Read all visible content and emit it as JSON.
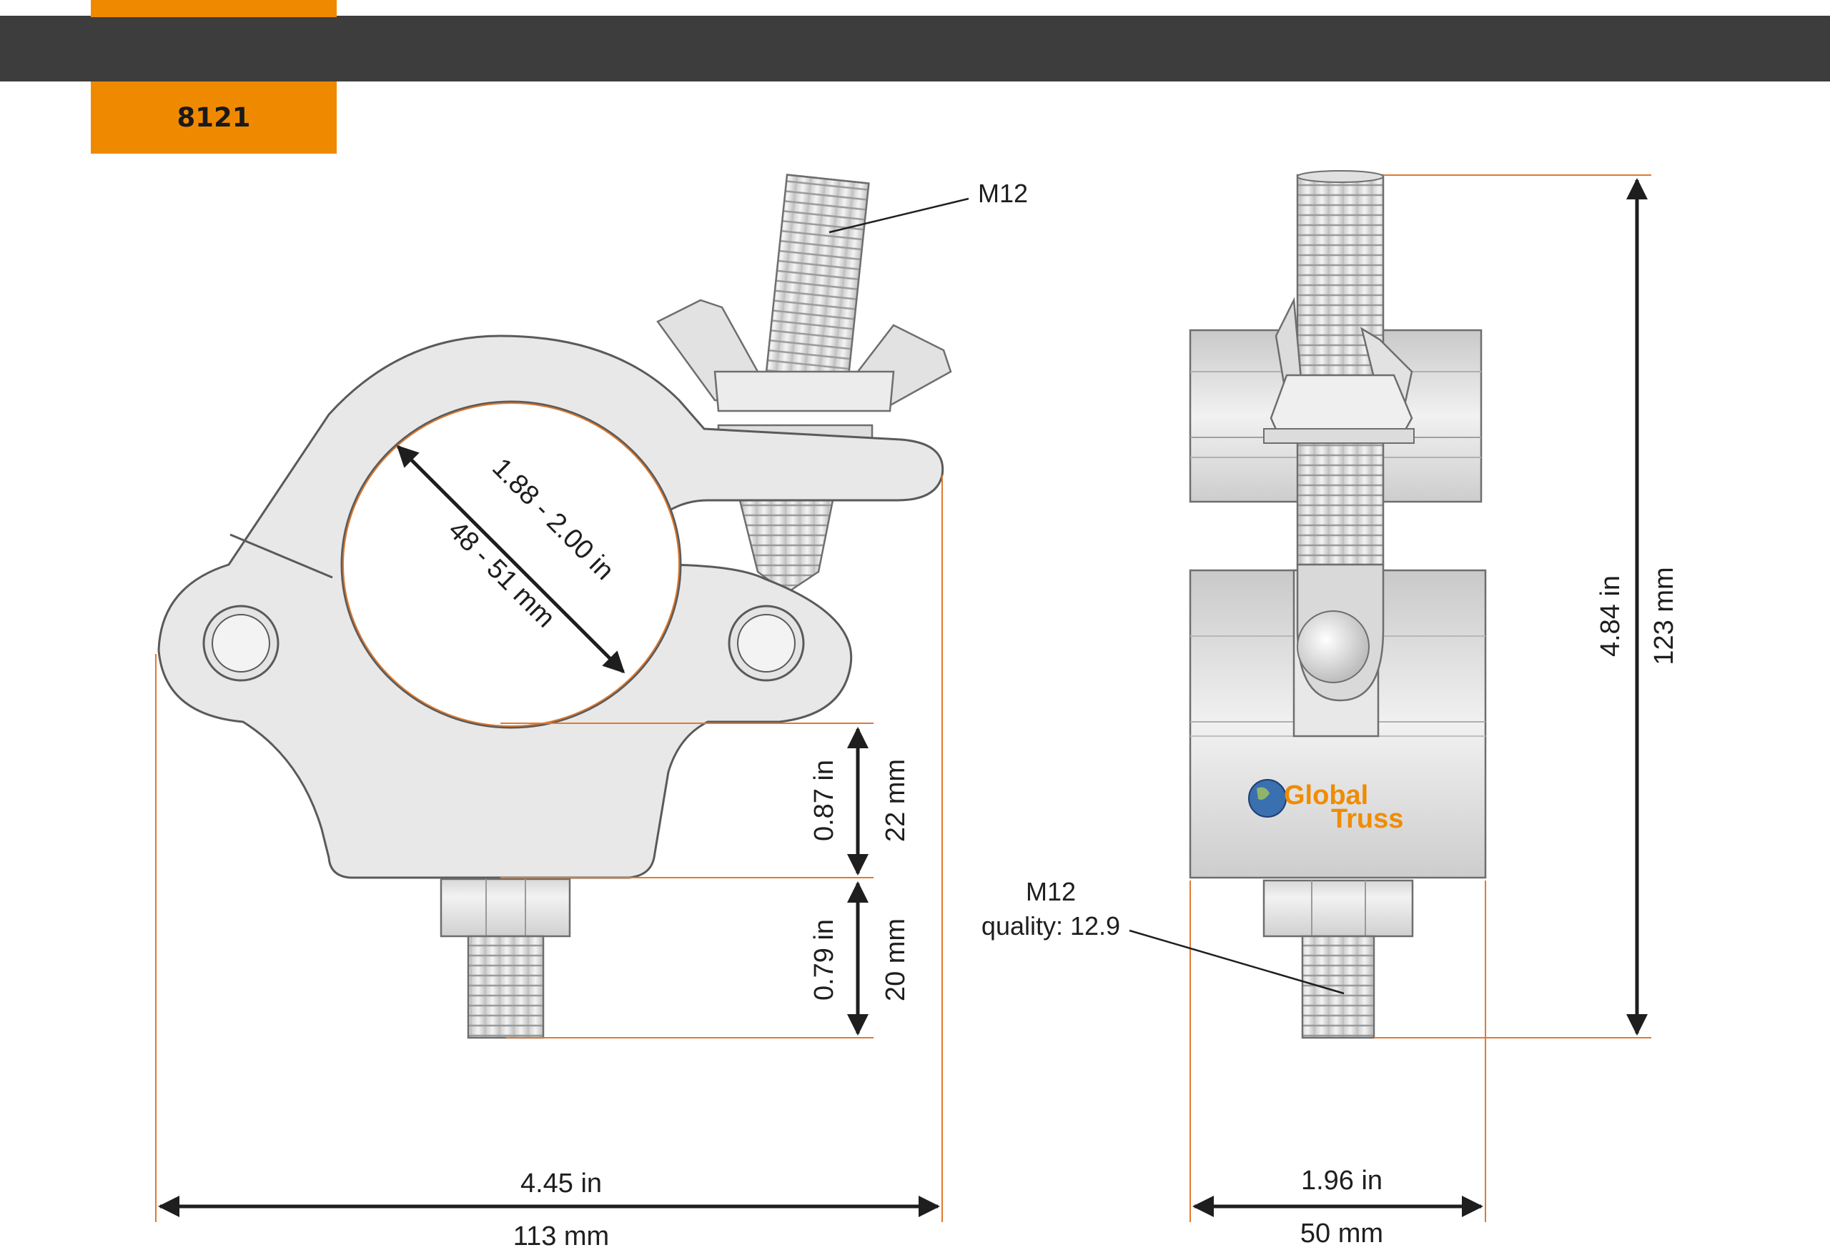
{
  "header": {
    "model_number": "8121"
  },
  "callouts": {
    "thread_top": "M12",
    "thread_bottom_line1": "M12",
    "thread_bottom_line2": "quality: 12.9"
  },
  "dimensions": {
    "tube_diameter_in": "1.88 - 2.00 in",
    "tube_diameter_mm": "48 - 51 mm",
    "bottom_height_in": "0.87 in",
    "bottom_height_mm": "22 mm",
    "bolt_length_in": "0.79 in",
    "bolt_length_mm": "20 mm",
    "side_width_in": "4.45 in",
    "side_width_mm": "113 mm",
    "front_width_in": "1.96 in",
    "front_width_mm": "50 mm",
    "total_height_in": "4.84 in",
    "total_height_mm": "123 mm"
  },
  "logo": {
    "line1": "Global",
    "line2": "Truss"
  },
  "colors": {
    "accent": "#ef8a00",
    "bar": "#3d3d3d",
    "dim_line": "#e07a30",
    "part_fill": "#e6e6e6"
  }
}
